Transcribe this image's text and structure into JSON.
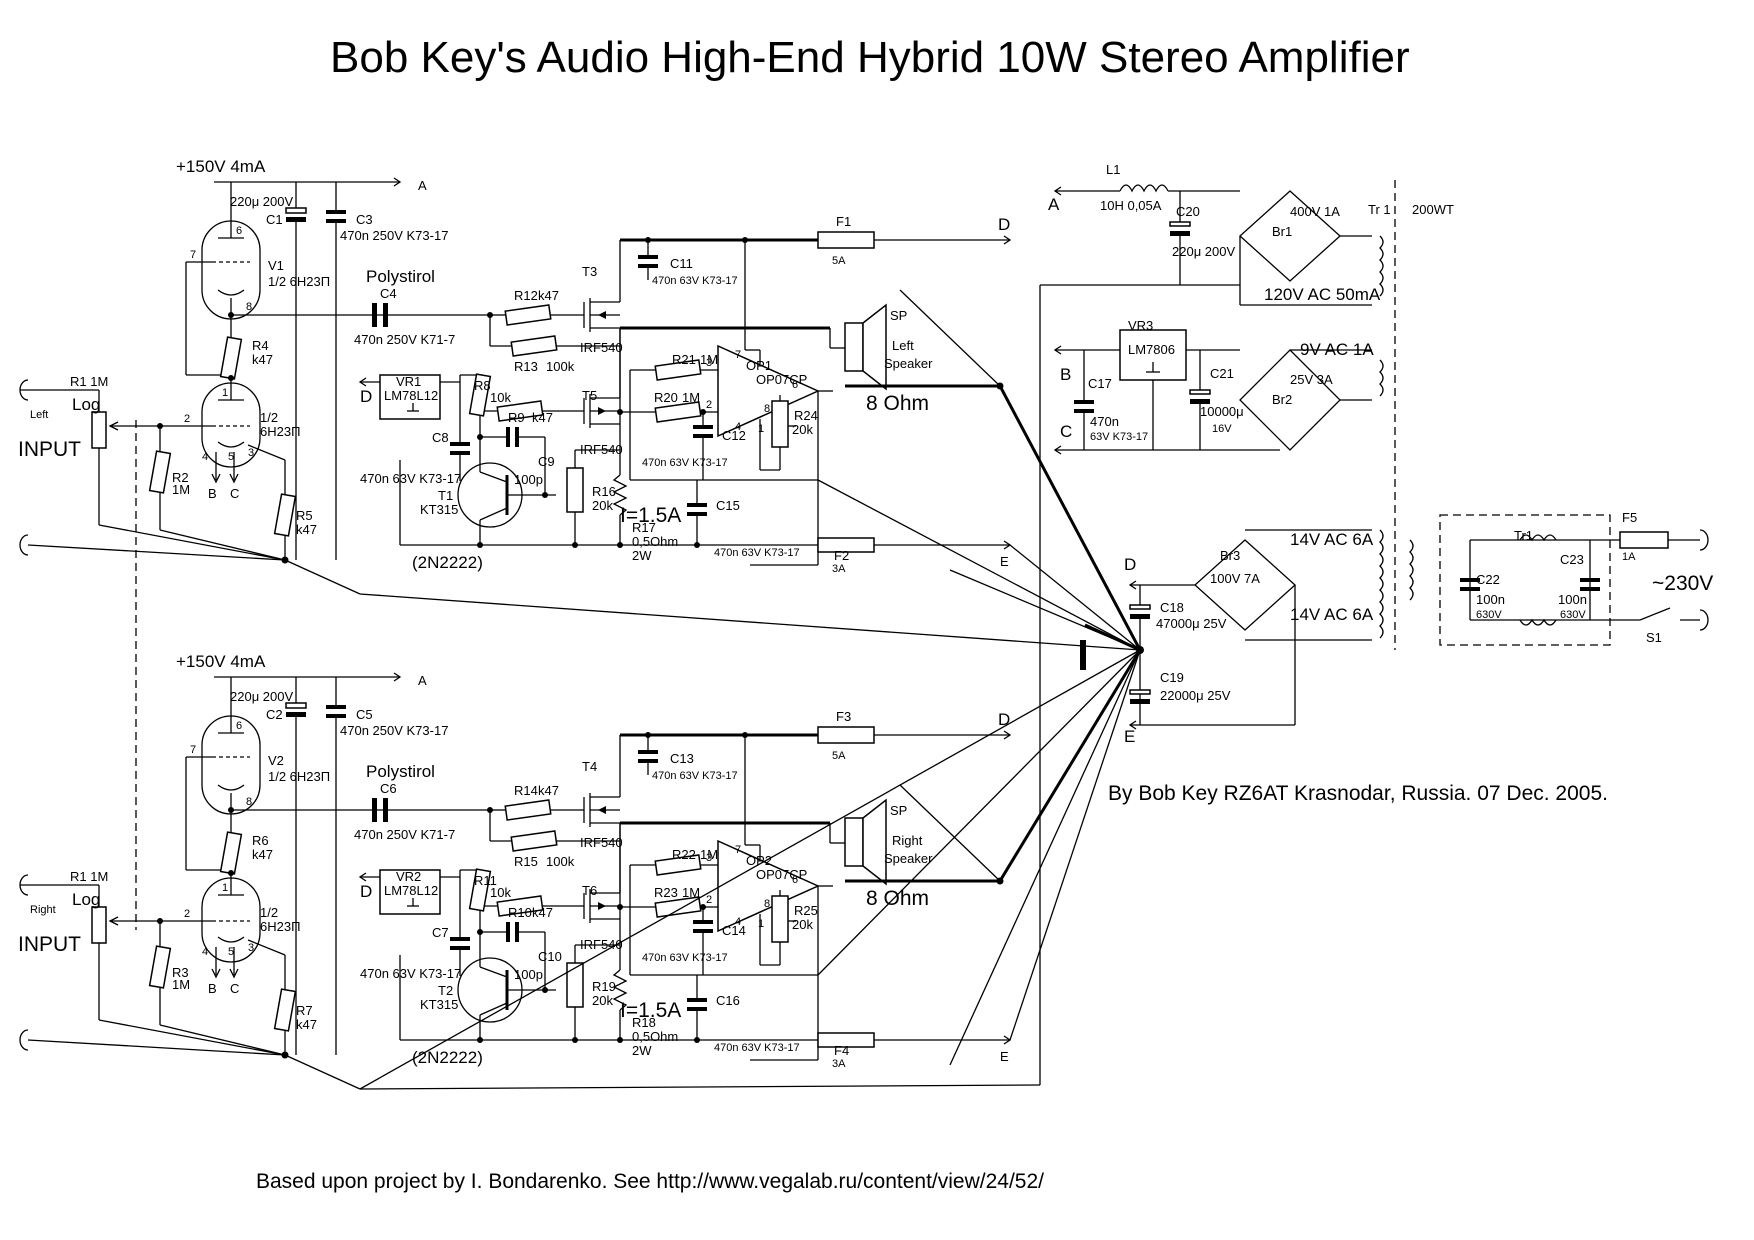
{
  "title": "Bob Key's Audio High-End Hybrid 10W Stereo Amplifier",
  "author": "By Bob Key RZ6AT Krasnodar, Russia.   07 Dec. 2005.",
  "footer": "Based upon project by I. Bondarenko. See http://www.vegalab.ru/content/view/24/52/",
  "channels": [
    {
      "side": "Left",
      "supply": "+150V  4mA",
      "tube": {
        "ref": "V1",
        "part": "1/2  6H23П",
        "p6": "6",
        "p7": "7",
        "p8": "8"
      },
      "tube2": {
        "ref": "1/2",
        "part": "6H23П",
        "p1": "1",
        "p2": "2",
        "p3": "3",
        "p4": "4",
        "p5": "5"
      },
      "c1": {
        "ref": "C1",
        "val": "220μ 200V"
      },
      "c3": {
        "ref": "C3",
        "val": "470n 250V K73-17"
      },
      "r4": {
        "ref": "R4",
        "val": "k47"
      },
      "r2": {
        "ref": "R2",
        "val": "1M"
      },
      "r5": {
        "ref": "R5",
        "val": "k47"
      },
      "r1": {
        "ref": "R1  1M",
        "val": "Log"
      },
      "input": "INPUT",
      "bc_b": "B",
      "bc_c": "C",
      "c4": {
        "ref": "C4",
        "val": "470n 250V K71-7",
        "note": "Polystirol"
      },
      "r12": {
        "ref": "R12",
        "val": "k47"
      },
      "r13": {
        "ref": "R13",
        "val": "100k"
      },
      "t3": {
        "ref": "T3",
        "part": "IRF540"
      },
      "t5": {
        "ref": "T5",
        "part": "IRF540"
      },
      "c11": {
        "ref": "C11",
        "val": "470n 63V K73-17"
      },
      "vr": {
        "ref": "VR1",
        "part": "LM78L12",
        "out": "D"
      },
      "r8": {
        "ref": "R8",
        "val": "10k"
      },
      "c8": {
        "ref": "C8",
        "val": "470n 63V K73-17"
      },
      "r9": {
        "ref": "R9",
        "val": "k47"
      },
      "c9": {
        "ref": "C9",
        "val": "100p"
      },
      "t1": {
        "ref": "T1",
        "part": "KT315",
        "alt": "(2N2222)"
      },
      "r16": {
        "ref": "R16",
        "val": "20k"
      },
      "r17": {
        "ref": "R17",
        "val": "0,5Ohm",
        "w": "2W"
      },
      "current": "I=1.5A",
      "c15": {
        "ref": "C15",
        "val": "470n 63V K73-17"
      },
      "r21": {
        "ref": "R21",
        "val": "1M"
      },
      "r20": {
        "ref": "R20",
        "val": "1M"
      },
      "c12": {
        "ref": "C12",
        "val": "470n 63V K73-17"
      },
      "op": {
        "ref": "OP1",
        "part": "OP07CP",
        "p2": "2",
        "p3": "3",
        "p4": "4",
        "p6": "6",
        "p7": "7",
        "p8": "8",
        "p1": "1"
      },
      "r24": {
        "ref": "R24",
        "val": "20k"
      },
      "f1": {
        "ref": "F1",
        "val": "5A",
        "net": "D"
      },
      "f2": {
        "ref": "F2",
        "val": "3A",
        "net": "E"
      },
      "sp": {
        "ref": "SP",
        "name": "Left",
        "word": "Speaker",
        "imp": "8 Ohm"
      },
      "rail_a": "A"
    },
    {
      "side": "Right",
      "supply": "+150V  4mA",
      "tube": {
        "ref": "V2",
        "part": "1/2  6H23П",
        "p6": "6",
        "p7": "7",
        "p8": "8"
      },
      "tube2": {
        "ref": "1/2",
        "part": "6H23П",
        "p1": "1",
        "p2": "2",
        "p3": "3",
        "p4": "4",
        "p5": "5"
      },
      "c1": {
        "ref": "C2",
        "val": "220μ 200V"
      },
      "c3": {
        "ref": "C5",
        "val": "470n 250V K73-17"
      },
      "r4": {
        "ref": "R6",
        "val": "k47"
      },
      "r2": {
        "ref": "R3",
        "val": "1M"
      },
      "r5": {
        "ref": "R7",
        "val": "k47"
      },
      "r1": {
        "ref": "R1  1M",
        "val": "Log"
      },
      "input": "INPUT",
      "bc_b": "B",
      "bc_c": "C",
      "c4": {
        "ref": "C6",
        "val": "470n 250V K71-7",
        "note": "Polystirol"
      },
      "r12": {
        "ref": "R14",
        "val": "k47"
      },
      "r13": {
        "ref": "R15",
        "val": "100k"
      },
      "t3": {
        "ref": "T4",
        "part": "IRF540"
      },
      "t5": {
        "ref": "T6",
        "part": "IRF540"
      },
      "c11": {
        "ref": "C13",
        "val": "470n 63V K73-17"
      },
      "vr": {
        "ref": "VR2",
        "part": "LM78L12",
        "out": "D"
      },
      "r8": {
        "ref": "R11",
        "val": "10k"
      },
      "c8": {
        "ref": "C7",
        "val": "470n 63V K73-17"
      },
      "r9": {
        "ref": "R10",
        "val": "k47"
      },
      "c9": {
        "ref": "C10",
        "val": "100p"
      },
      "t1": {
        "ref": "T2",
        "part": "KT315",
        "alt": "(2N2222)"
      },
      "r16": {
        "ref": "R19",
        "val": "20k"
      },
      "r17": {
        "ref": "R18",
        "val": "0,5Ohm",
        "w": "2W"
      },
      "current": "I=1.5A",
      "c15": {
        "ref": "C16",
        "val": "470n 63V K73-17"
      },
      "r21": {
        "ref": "R22",
        "val": "1M"
      },
      "r20": {
        "ref": "R23",
        "val": "1M"
      },
      "c12": {
        "ref": "C14",
        "val": "470n 63V K73-17"
      },
      "op": {
        "ref": "OP2",
        "part": "OP07CP",
        "p2": "2",
        "p3": "3",
        "p4": "4",
        "p6": "6",
        "p7": "7",
        "p8": "8",
        "p1": "1"
      },
      "r24": {
        "ref": "R25",
        "val": "20k"
      },
      "f1": {
        "ref": "F3",
        "val": "5A",
        "net": "D"
      },
      "f2": {
        "ref": "F4",
        "val": "3A",
        "net": "E"
      },
      "sp": {
        "ref": "SP",
        "name": "Right",
        "word": "Speaker",
        "imp": "8 Ohm"
      },
      "rail_a": "A"
    }
  ],
  "psu": {
    "l1": {
      "ref": "L1",
      "val": "10H  0,05A",
      "net": "A"
    },
    "c20": {
      "ref": "C20",
      "val": "220μ 200V"
    },
    "br1": {
      "ref": "Br1",
      "val": "400V 1A"
    },
    "tr1": {
      "ref": "Tr 1",
      "val": "200WT"
    },
    "ac120": "120V AC 50mA",
    "vr3": {
      "ref": "VR3",
      "part": "LM7806"
    },
    "c17": {
      "ref": "C17",
      "val": "470n",
      "sub": "63V K73-17"
    },
    "c21": {
      "ref": "C21",
      "val": "10000μ",
      "sub": "16V"
    },
    "br2": {
      "ref": "Br2",
      "val": "25V 3A"
    },
    "ac9": "9V AC 1A",
    "net_b": "B",
    "net_c": "C",
    "br3": {
      "ref": "Br3",
      "val": "100V 7A"
    },
    "ac14a": "14V AC 6A",
    "ac14b": "14V AC 6A",
    "c18": {
      "ref": "C18",
      "val": "47000μ 25V"
    },
    "c19": {
      "ref": "C19",
      "val": "22000μ 25V"
    },
    "net_d": "D",
    "net_e": "E",
    "filter_tr": {
      "ref": "Tr1"
    },
    "c22": {
      "ref": "C22",
      "val": "100n",
      "sub": "630V"
    },
    "c23": {
      "ref": "C23",
      "val": "100n",
      "sub": "630V"
    },
    "f5": {
      "ref": "F5",
      "val": "1A"
    },
    "mains": "~230V",
    "s1": {
      "ref": "S1"
    }
  }
}
